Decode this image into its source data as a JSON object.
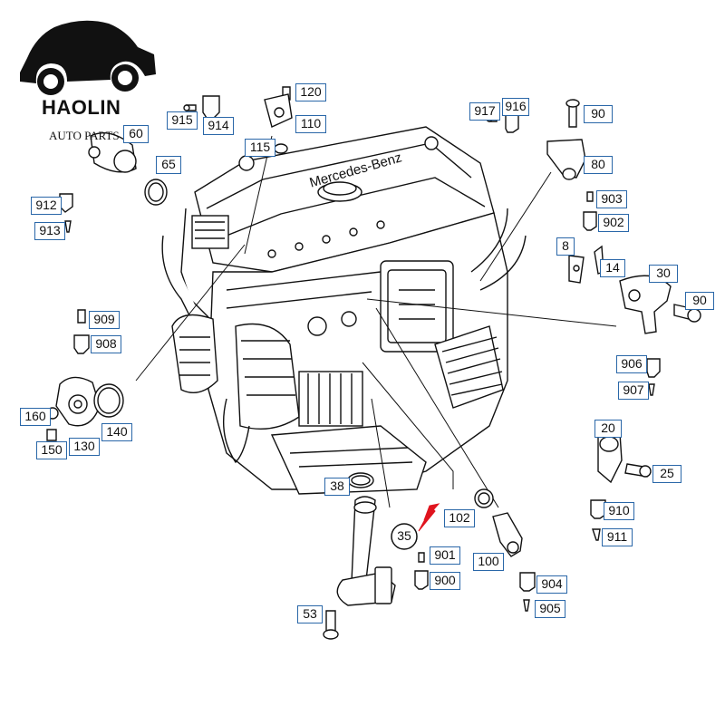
{
  "logo": {
    "title": "HAOLIN",
    "subtitle": "AUTO PARTS"
  },
  "engine": {
    "brand_text": "Mercedes-Benz"
  },
  "callouts": {
    "c120": "120",
    "c915": "915",
    "c914": "914",
    "c110": "110",
    "c115": "115",
    "c60": "60",
    "c65": "65",
    "c912": "912",
    "c913": "913",
    "c917": "917",
    "c916": "916",
    "c90a": "90",
    "c80": "80",
    "c903": "903",
    "c902": "902",
    "c8": "8",
    "c14": "14",
    "c30": "30",
    "c90b": "90",
    "c906": "906",
    "c907": "907",
    "c909": "909",
    "c908": "908",
    "c160": "160",
    "c150": "150",
    "c130": "130",
    "c140": "140",
    "c20": "20",
    "c25": "25",
    "c910": "910",
    "c911": "911",
    "c38": "38",
    "c35": "35",
    "c102": "102",
    "c901": "901",
    "c900": "900",
    "c100": "100",
    "c904": "904",
    "c905": "905",
    "c53": "53"
  },
  "colors": {
    "callout_border": "#2a67a8",
    "line_art": "#111111",
    "highlight_arrow": "#e0141e"
  }
}
